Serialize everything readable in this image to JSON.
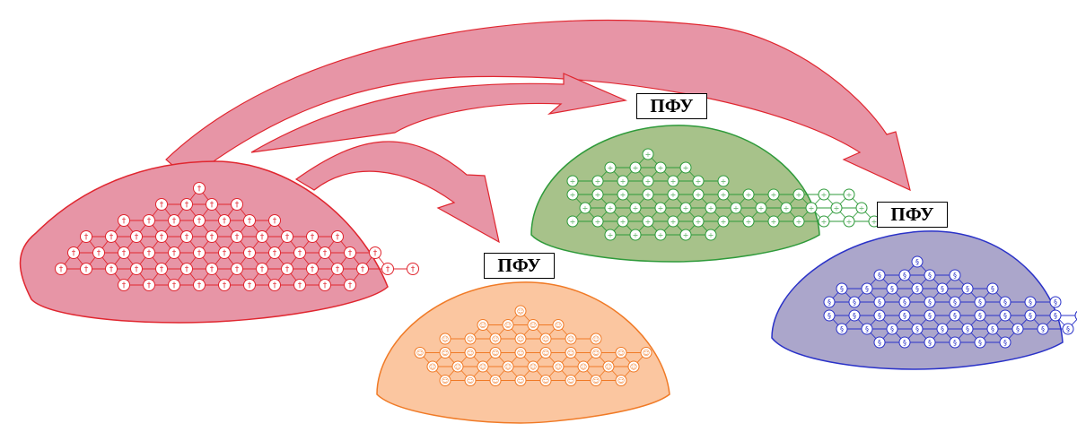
{
  "colors": {
    "red_fill": "#e795a6",
    "red_stroke": "#e0262f",
    "arrow_fill": "#e795a6",
    "arrow_stroke": "#e0262f",
    "orange_fill": "#fbc6a0",
    "orange_stroke": "#f07a26",
    "green_fill": "#a7c28a",
    "green_stroke": "#2e9a3a",
    "blue_fill": "#aba6cb",
    "blue_stroke": "#2a32c8",
    "node_fill": "#ffffff"
  },
  "groups": {
    "source": {
      "glyph": "†",
      "label": ""
    },
    "orange": {
      "glyph": "☺",
      "label": "ПФУ"
    },
    "green": {
      "glyph": "÷",
      "label": "ПФУ"
    },
    "blue": {
      "glyph": "§",
      "label": "ПФУ"
    }
  }
}
